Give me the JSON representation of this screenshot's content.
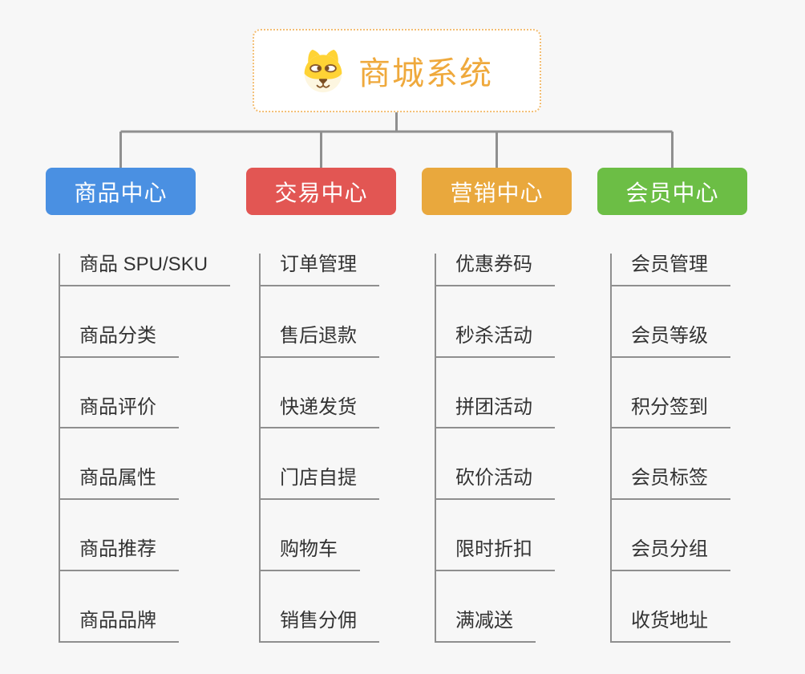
{
  "root": {
    "title": "商城系统",
    "icon": "dog-face-icon"
  },
  "branches": [
    {
      "label": "商品中心",
      "color": "#4A90E2",
      "items": [
        "商品 SPU/SKU",
        "商品分类",
        "商品评价",
        "商品属性",
        "商品推荐",
        "商品品牌"
      ]
    },
    {
      "label": "交易中心",
      "color": "#E25653",
      "items": [
        "订单管理",
        "售后退款",
        "快递发货",
        "门店自提",
        "购物车",
        "销售分佣"
      ]
    },
    {
      "label": "营销中心",
      "color": "#E9A83D",
      "items": [
        "优惠券码",
        "秒杀活动",
        "拼团活动",
        "砍价活动",
        "限时折扣",
        "满减送"
      ]
    },
    {
      "label": "会员中心",
      "color": "#6CBE45",
      "items": [
        "会员管理",
        "会员等级",
        "积分签到",
        "会员标签",
        "会员分组",
        "收货地址"
      ]
    }
  ],
  "colors": {
    "background": "#F7F7F7",
    "connector": "#8F8F8F",
    "root_border": "#F3BE74",
    "root_title": "#EFA93C",
    "item_text": "#333333"
  }
}
